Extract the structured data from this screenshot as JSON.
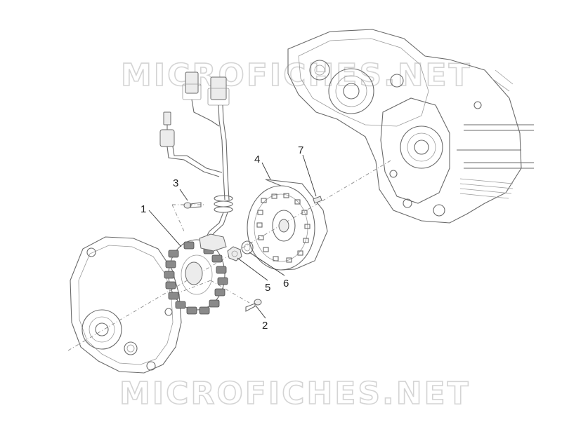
{
  "watermark": {
    "top": "MICROFICHES.NET",
    "bottom": "MICROFICHES.NET"
  },
  "callouts": [
    {
      "id": "1",
      "label": "1"
    },
    {
      "id": "2",
      "label": "2"
    },
    {
      "id": "3",
      "label": "3"
    },
    {
      "id": "4",
      "label": "4"
    },
    {
      "id": "5",
      "label": "5"
    },
    {
      "id": "6",
      "label": "6"
    },
    {
      "id": "7",
      "label": "7"
    }
  ],
  "colors": {
    "line": "#6a6a6a",
    "watermark": "#d4d4d4",
    "text": "#222222",
    "background": "#ffffff"
  }
}
